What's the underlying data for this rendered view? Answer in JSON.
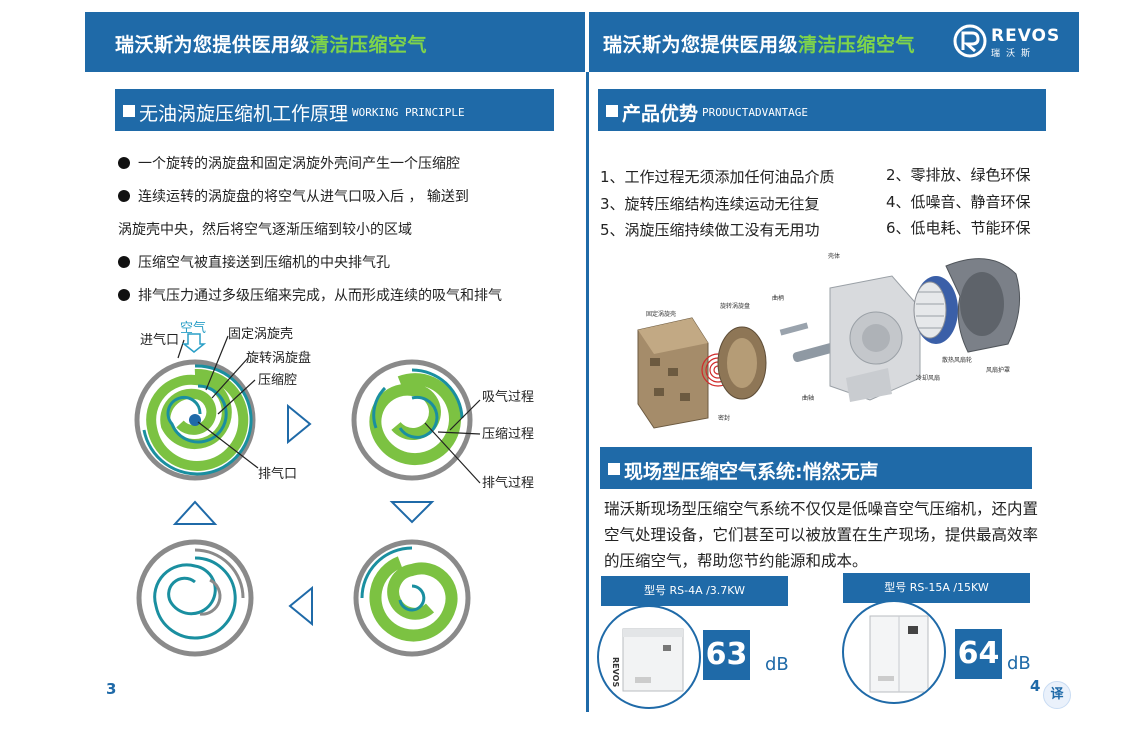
{
  "header": {
    "left_title_main": "瑞沃斯为您提供医用级",
    "left_title_highlight": "清洁压缩空气",
    "right_title_main": "瑞沃斯为您提供医用级",
    "right_title_highlight": "清洁压缩空气",
    "logo_text": "REVOS",
    "logo_sub": "瑞沃斯"
  },
  "principle": {
    "heading_zh": "无油涡旋压缩机工作原理",
    "heading_en": "WORKING PRINCIPLE",
    "bullets": [
      {
        "text": "一个旋转的涡旋盘和固定涡旋外壳间产生一个压缩腔",
        "dot": true
      },
      {
        "text": "连续运转的涡旋盘的将空气从进气口吸入后 ，  输送到",
        "dot": true
      },
      {
        "text": "涡旋壳中央，然后将空气逐渐压缩到较小的区域",
        "dot": false
      },
      {
        "text": "压缩空气被直接送到压缩机的中央排气孔",
        "dot": true
      },
      {
        "text": "排气压力通过多级压缩来完成，从而形成连续的吸气和排气",
        "dot": true
      }
    ],
    "diagram_labels": {
      "inlet": "进气口",
      "air": "空气",
      "fixed_scroll": "固定涡旋壳",
      "rotating_scroll": "旋转涡旋盘",
      "chamber": "压缩腔",
      "exhaust_port": "排气口",
      "suction": "吸气过程",
      "compression": "压缩过程",
      "discharge": "排气过程"
    },
    "colors": {
      "accent": "#1f6aa8",
      "green": "#7cc242",
      "teal": "#1a8fa0"
    }
  },
  "advantage": {
    "heading_zh": "产品优势",
    "heading_en": "PRODUCTADVANTAGE",
    "items_left": [
      "1、工作过程无须添加任何油品介质",
      "3、旋转压缩结构连续运动无往复",
      "5、涡旋压缩持续做工没有无用功"
    ],
    "items_right": [
      "2、零排放、绿色环保",
      "4、低噪音、静音环保",
      "6、低电耗、节能环保"
    ],
    "part_labels": {
      "fixed": "固定涡旋壳",
      "orbiting": "旋转涡旋盘",
      "crank": "曲柄",
      "body": "壳体",
      "seal": "密封",
      "shaft": "曲轴",
      "impeller": "散热风扇轮",
      "cooling": "冷却风扇",
      "hood": "风扇护罩"
    }
  },
  "onsite": {
    "heading": "现场型压缩空气系统:悄然无声",
    "paragraph": "瑞沃斯现场型压缩空气系统不仅仅是低噪音空气压缩机，还内置空气处理设备，它们甚至可以被放置在生产现场，提供最高效率的压缩空气，帮助您节约能源和成本。",
    "models": [
      {
        "label": "型号 RS-4A /3.7KW",
        "db": "63",
        "unit": "dB"
      },
      {
        "label": "型号 RS-15A /15KW",
        "db": "64",
        "unit": "dB"
      }
    ]
  },
  "pages": {
    "left": "3",
    "right": "4"
  },
  "translate_button": "译"
}
